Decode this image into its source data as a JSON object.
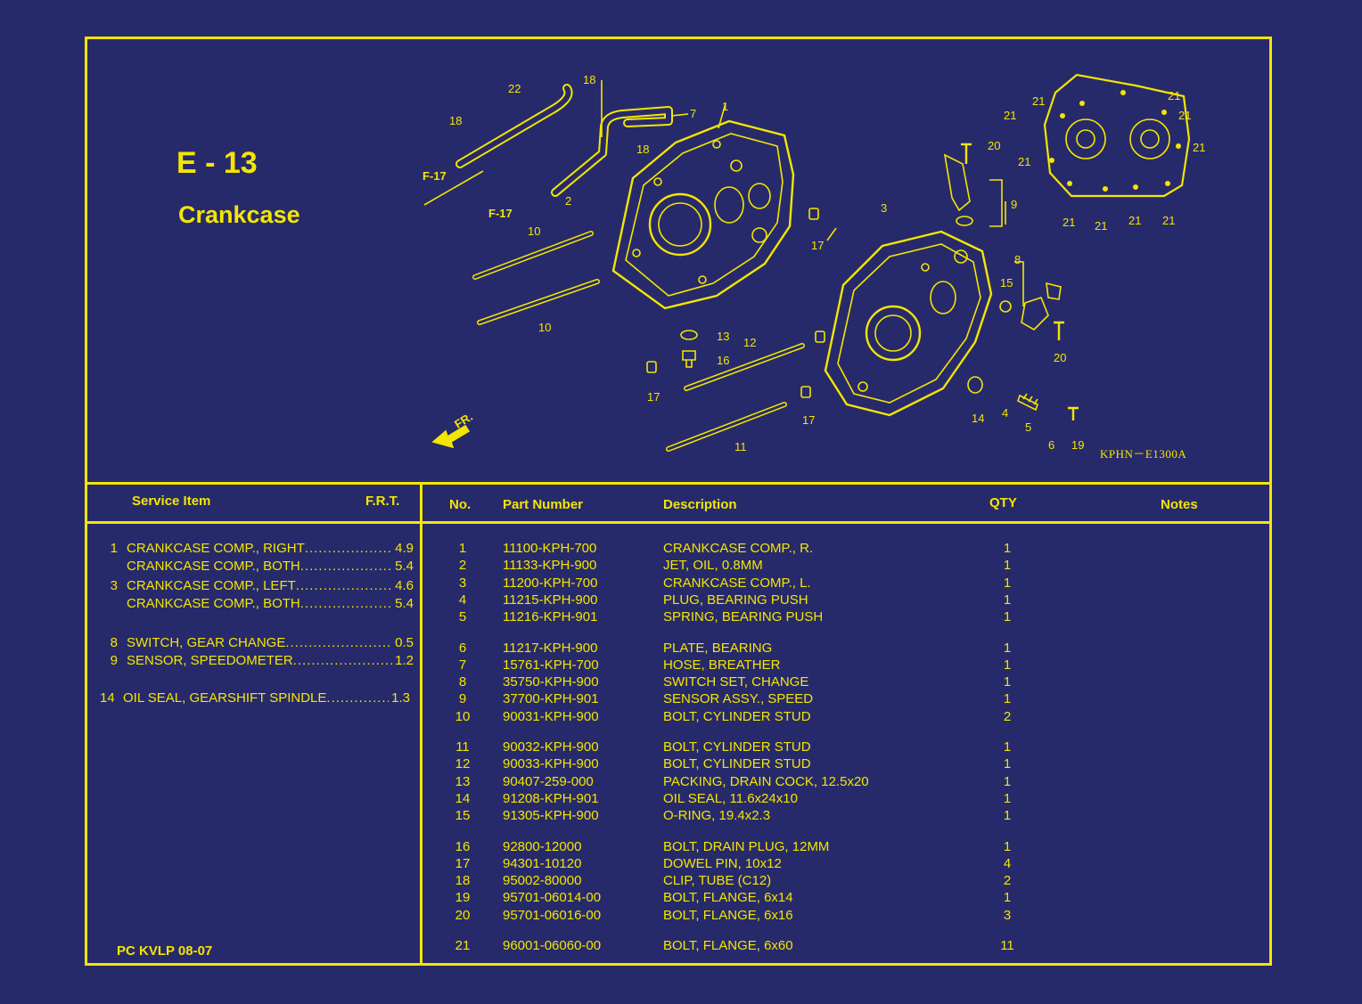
{
  "section": {
    "id": "E - 13",
    "name": "Crankcase"
  },
  "figure": {
    "code": "KPHN－E1300A",
    "callouts": [
      "22",
      "18",
      "7",
      "1",
      "18",
      "18",
      "F-17",
      "F-17",
      "2",
      "10",
      "10",
      "17",
      "13",
      "12",
      "16",
      "17",
      "17",
      "3",
      "11",
      "14",
      "4",
      "5",
      "6",
      "19",
      "20",
      "15",
      "8",
      "9",
      "20",
      "21",
      "21",
      "21",
      "21",
      "21",
      "21",
      "21",
      "21",
      "21",
      "21"
    ],
    "front_label": "FR."
  },
  "service": {
    "header_item": "Service Item",
    "header_frt": "F.R.T.",
    "rows": [
      {
        "no": "1",
        "name": "CRANKCASE COMP., RIGHT",
        "frt": "4.9"
      },
      {
        "no": "",
        "name": "CRANKCASE COMP., BOTH",
        "frt": "5.4"
      },
      {
        "no": "3",
        "name": "CRANKCASE COMP., LEFT",
        "frt": "4.6"
      },
      {
        "no": "",
        "name": "CRANKCASE COMP., BOTH",
        "frt": "5.4"
      },
      {
        "no": "8",
        "name": "SWITCH, GEAR CHANGE",
        "frt": "0.5"
      },
      {
        "no": "9",
        "name": "SENSOR, SPEEDOMETER",
        "frt": "1.2"
      },
      {
        "no": "14",
        "name": "OIL SEAL, GEARSHIFT SPINDLE",
        "frt": "1.3"
      }
    ],
    "footer_code": "PC KVLP 08-07"
  },
  "parts": {
    "headers": {
      "no": "No.",
      "part_number": "Part Number",
      "description": "Description",
      "qty": "QTY",
      "notes": "Notes"
    },
    "rows": [
      {
        "no": "1",
        "pn": "11100-KPH-700",
        "desc": "CRANKCASE COMP., R.",
        "qty": "1"
      },
      {
        "no": "2",
        "pn": "11133-KPH-900",
        "desc": "JET, OIL, 0.8MM",
        "qty": "1"
      },
      {
        "no": "3",
        "pn": "11200-KPH-700",
        "desc": "CRANKCASE COMP., L.",
        "qty": "1"
      },
      {
        "no": "4",
        "pn": "11215-KPH-900",
        "desc": "PLUG, BEARING PUSH",
        "qty": "1"
      },
      {
        "no": "5",
        "pn": "11216-KPH-901",
        "desc": "SPRING, BEARING PUSH",
        "qty": "1"
      },
      {
        "no": "6",
        "pn": "11217-KPH-900",
        "desc": "PLATE, BEARING",
        "qty": "1"
      },
      {
        "no": "7",
        "pn": "15761-KPH-700",
        "desc": "HOSE, BREATHER",
        "qty": "1"
      },
      {
        "no": "8",
        "pn": "35750-KPH-900",
        "desc": "SWITCH SET, CHANGE",
        "qty": "1"
      },
      {
        "no": "9",
        "pn": "37700-KPH-901",
        "desc": "SENSOR ASSY., SPEED",
        "qty": "1"
      },
      {
        "no": "10",
        "pn": "90031-KPH-900",
        "desc": "BOLT, CYLINDER STUD",
        "qty": "2"
      },
      {
        "no": "11",
        "pn": "90032-KPH-900",
        "desc": "BOLT, CYLINDER STUD",
        "qty": "1"
      },
      {
        "no": "12",
        "pn": "90033-KPH-900",
        "desc": "BOLT, CYLINDER STUD",
        "qty": "1"
      },
      {
        "no": "13",
        "pn": "90407-259-000",
        "desc": "PACKING, DRAIN COCK, 12.5x20",
        "qty": "1"
      },
      {
        "no": "14",
        "pn": "91208-KPH-901",
        "desc": "OIL SEAL, 11.6x24x10",
        "qty": "1"
      },
      {
        "no": "15",
        "pn": "91305-KPH-900",
        "desc": "O-RING, 19.4x2.3",
        "qty": "1"
      },
      {
        "no": "16",
        "pn": "92800-12000",
        "desc": "BOLT, DRAIN PLUG, 12MM",
        "qty": "1"
      },
      {
        "no": "17",
        "pn": "94301-10120",
        "desc": "DOWEL PIN, 10x12",
        "qty": "4"
      },
      {
        "no": "18",
        "pn": "95002-80000",
        "desc": "CLIP, TUBE (C12)",
        "qty": "2"
      },
      {
        "no": "19",
        "pn": "95701-06014-00",
        "desc": "BOLT, FLANGE, 6x14",
        "qty": "1"
      },
      {
        "no": "20",
        "pn": "95701-06016-00",
        "desc": "BOLT, FLANGE, 6x16",
        "qty": "3"
      },
      {
        "no": "21",
        "pn": "96001-06060-00",
        "desc": "BOLT, FLANGE, 6x60",
        "qty": "11"
      }
    ]
  },
  "colors": {
    "background": "#272a6a",
    "ink": "#f3e600"
  }
}
